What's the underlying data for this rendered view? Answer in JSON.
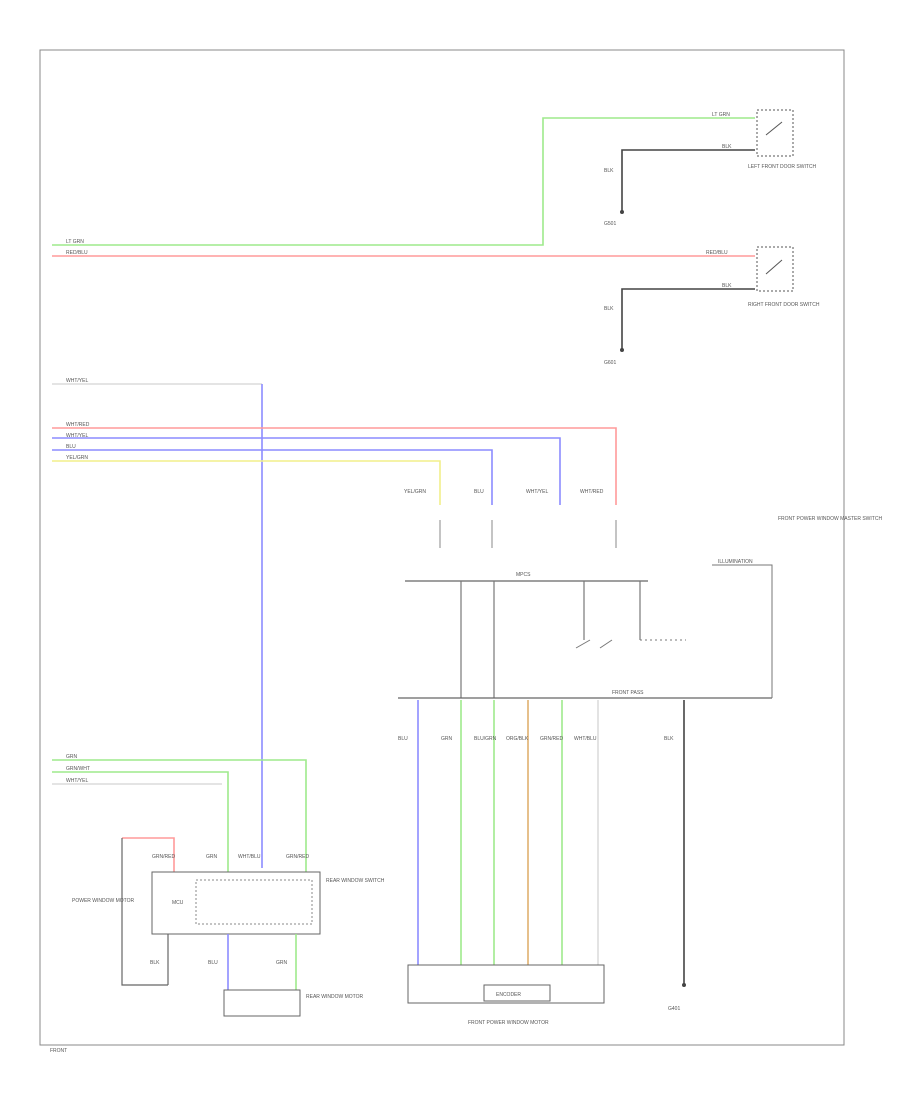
{
  "diagram": {
    "colors": {
      "light_green": "#9eea8c",
      "red": "#ff9a9a",
      "blue": "#8c8cff",
      "yellow": "#f2ef8a",
      "white_wire": "#dcdcdc",
      "orange": "#e0b070",
      "black": "#555555",
      "frame": "#888888"
    },
    "labels": {
      "left_switch_wire_top": "LT GRN",
      "left_switch_wire_bottom": "BLK",
      "left_switch_title": "LEFT FRONT DOOR SWITCH",
      "left_ground_wire": "BLK",
      "left_ground_title": "G501",
      "right_switch_wire_top": "RED/BLU",
      "right_switch_wire_bottom": "BLK",
      "right_switch_title": "RIGHT FRONT DOOR SWITCH",
      "right_ground_wire": "BLK",
      "right_ground_title": "G601",
      "bus_lt_grn": "LT GRN",
      "bus_red_blu": "RED/BLU",
      "wht_yel_top": "WHT/YEL",
      "wht_red": "WHT/RED",
      "wht_yel": "WHT/YEL",
      "blu": "BLU",
      "yel_grn": "YEL/GRN",
      "conn_yel_grn": "YEL/GRN",
      "conn_blu": "BLU",
      "conn_wht_yel": "WHT/YEL",
      "conn_wht_red": "WHT/RED",
      "module_title": "FRONT POWER WINDOW MASTER SWITCH",
      "module_bus": "MPCS",
      "module_lower": "FRONT PASS",
      "illum": "ILLUMINATION",
      "master_bottom_blu": "BLU",
      "master_bottom_grn": "GRN",
      "master_bottom_blu_grn": "BLU/GRN",
      "master_bottom_org": "ORG/BLK",
      "master_bottom_red": "GRN/RED",
      "master_bottom_wht": "WHT/BLU",
      "motor_title": "FRONT POWER WINDOW MOTOR",
      "motor_inner": "ENCODER",
      "ground_blk": "BLK",
      "ground_title": "G401",
      "left_grn": "GRN",
      "left_grn_wht": "GRN/WHT",
      "left_wht_yel": "WHT/YEL",
      "left_red": "GRN/RED",
      "left_grn_top": "GRN",
      "left_wht_blu": "WHT/BLU",
      "left_grn_red": "GRN/RED",
      "left_module_title": "REAR WINDOW SWITCH",
      "left_side_title": "POWER WINDOW MOTOR",
      "left_lower_title": "REAR WINDOW MOTOR",
      "left_blk": "BLK",
      "left_blu_bottom": "BLU",
      "left_grn_bottom": "GRN",
      "mcu": "MCU",
      "page_no": "FRONT"
    }
  }
}
